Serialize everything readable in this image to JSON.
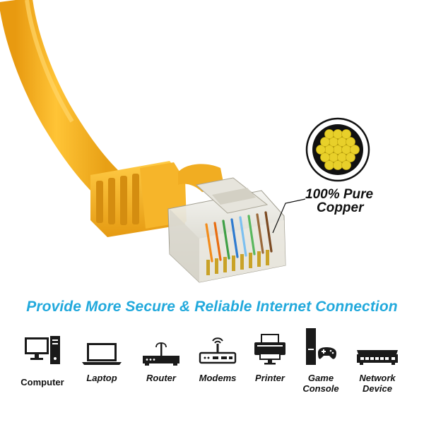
{
  "callout": {
    "line1": "100% Pure",
    "line2": "Copper"
  },
  "tagline": "Provide More Secure & Reliable Internet Connection",
  "colors": {
    "cable": "#f5b320",
    "accent": "#22a9dc",
    "copper": "#e8d02a",
    "icon": "#1a1a1a"
  },
  "devices": [
    {
      "label": "Computer",
      "icon": "computer-icon"
    },
    {
      "label": "Laptop",
      "icon": "laptop-icon"
    },
    {
      "label": "Router",
      "icon": "router-icon"
    },
    {
      "label": "Modems",
      "icon": "modem-icon"
    },
    {
      "label": "Printer",
      "icon": "printer-icon"
    },
    {
      "label": "Game Console",
      "label_line1": "Game",
      "label_line2": "Console",
      "icon": "game-console-icon"
    },
    {
      "label": "Network Device",
      "label_line1": "Network",
      "label_line2": "Device",
      "icon": "network-device-icon"
    }
  ]
}
